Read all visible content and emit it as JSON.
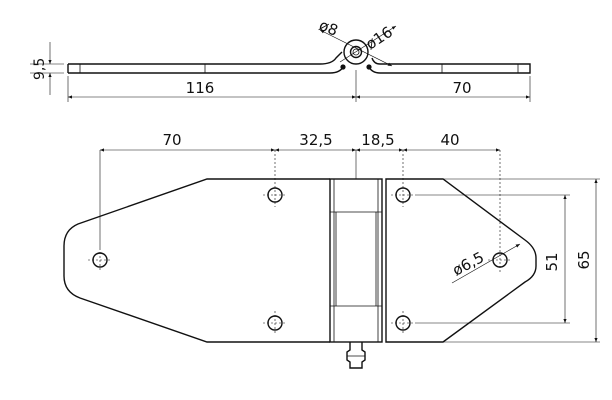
{
  "dimensions": {
    "side_height": "9,5",
    "side_left_length": "116",
    "side_right_length": "70",
    "pin_diameter": "ø8",
    "knuckle_diameter": "ø16",
    "hole_diameter": "ø6,5",
    "top_left_spacing": "70",
    "top_mid_spacing": "32,5",
    "top_right_offset": "18,5",
    "top_right_spacing": "40",
    "right_hole_spacing": "51",
    "overall_height": "65"
  }
}
